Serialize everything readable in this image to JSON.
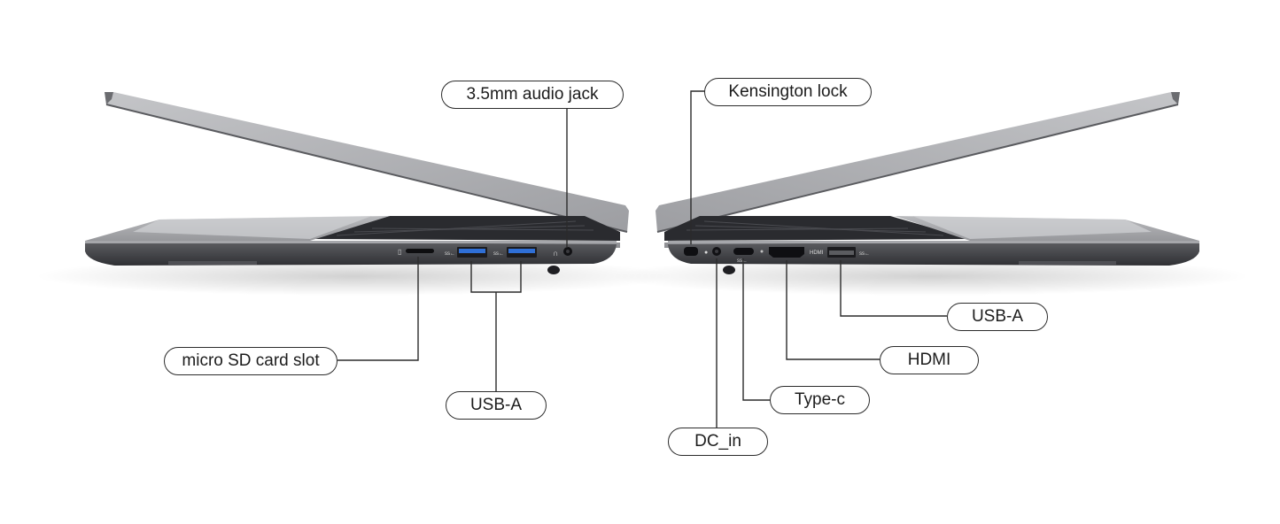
{
  "labels": {
    "audio_jack": "3.5mm audio jack",
    "kensington_lock": "Kensington lock",
    "micro_sd": "micro SD card slot",
    "usb_a_left": "USB-A",
    "usb_a_right": "USB-A",
    "hdmi": "HDMI",
    "type_c": "Type-c",
    "dc_in": "DC_in"
  },
  "port_markings": {
    "usb_symbol": "ss←",
    "hdmi": "HDMI"
  },
  "colors": {
    "outline": "#2b2b2b",
    "chassis": "#8e8f93",
    "usb_blue": "#2f6fd6"
  }
}
